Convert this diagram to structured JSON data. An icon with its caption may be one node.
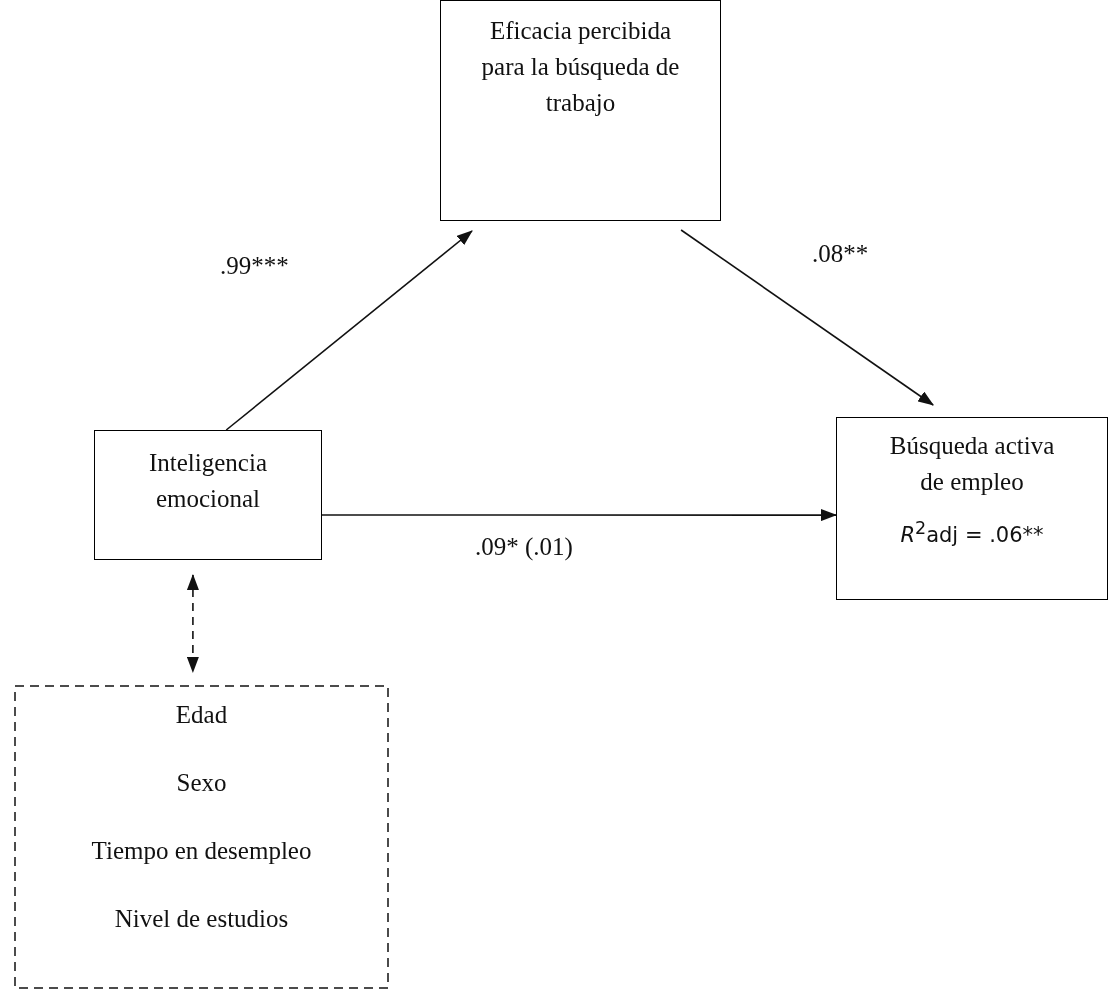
{
  "diagram": {
    "nodes": [
      {
        "text": [
          "Eficacia percibida para la búsqueda de trabajo"
        ]
      },
      {
        "text": [
          "Inteligencia emocional"
        ]
      },
      {
        "text": [
          "Búsqueda activa de empleo",
          "*R*$^{2}$adj = .06**"
        ]
      },
      {
        "text": [
          "Edad",
          "Sexo",
          "Tiempo en desempleo",
          "Nivel de estudios"
        ]
      }
    ],
    "edges": [
      {
        "from": 1,
        "to": 0,
        "arrow": "to",
        "label": ".99***"
      },
      {
        "from": 0,
        "to": 2,
        "arrow": "to",
        "label": ".08**"
      },
      {
        "from": 1,
        "to": 2,
        "arrow": "to",
        "label": ".09* (.01)"
      },
      {
        "from": 1,
        "to": 3,
        "arrow": "both",
        "style": "dashed"
      }
    ]
  }
}
